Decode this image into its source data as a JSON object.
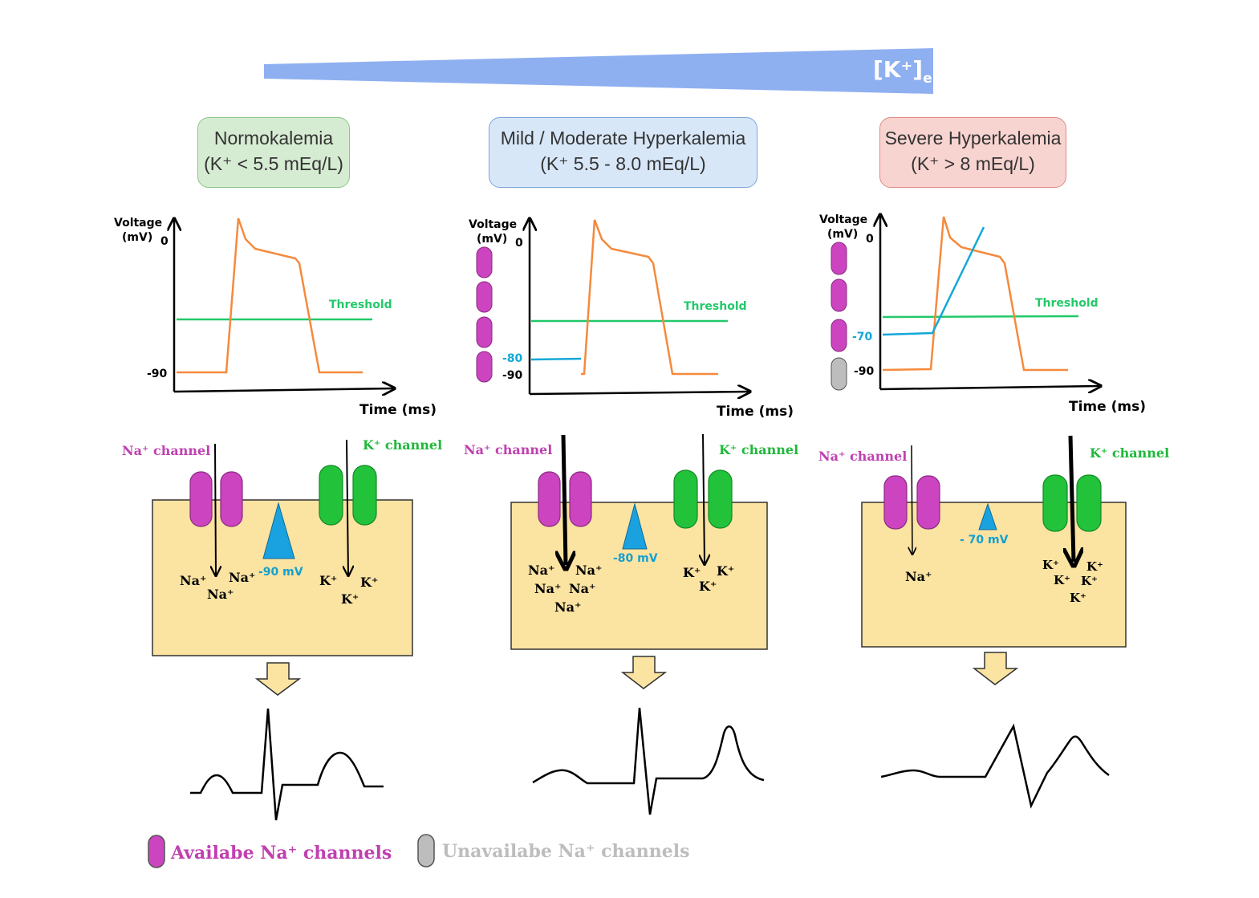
{
  "gradient": {
    "label": "[K⁺]",
    "label_sub": "e"
  },
  "panels": [
    {
      "title": "Normokalemia",
      "range": "(K⁺ < 5.5 mEq/L)",
      "fill": "#d6ecd2",
      "stroke": "#8cc68a",
      "graph": {
        "y_axis_label_1": "Voltage",
        "y_axis_label_2": "(mV)",
        "zero_tick": "0",
        "rest_tick": "-90",
        "x_axis_label": "Time (ms)",
        "threshold_label": "Threshold"
      },
      "cell": {
        "na_channel_label": "Na⁺ channel",
        "k_channel_label": "K⁺ channel",
        "membrane_potential": "-90 mV",
        "na_ions": [
          "Na⁺",
          "Na⁺",
          "Na⁺"
        ],
        "k_ions": [
          "K⁺",
          "K⁺",
          "K⁺"
        ]
      }
    },
    {
      "title": "Mild / Moderate Hyperkalemia",
      "range": "(K⁺ 5.5 - 8.0 mEq/L)",
      "fill": "#d8e7f8",
      "stroke": "#7aa6d8",
      "graph": {
        "y_axis_label_1": "Voltage",
        "y_axis_label_2": "(mV)",
        "zero_tick": "0",
        "rest_tick": "-90",
        "shifted_tick": "-80",
        "x_axis_label": "Time (ms)",
        "threshold_label": "Threshold"
      },
      "cell": {
        "na_channel_label": "Na⁺ channel",
        "k_channel_label": "K⁺ channel",
        "membrane_potential": "-80 mV",
        "na_ions": [
          "Na⁺",
          "Na⁺",
          "Na⁺",
          "Na⁺",
          "Na⁺"
        ],
        "k_ions": [
          "K⁺",
          "K⁺",
          "K⁺"
        ]
      }
    },
    {
      "title": "Severe Hyperkalemia",
      "range": "(K⁺ > 8 mEq/L)",
      "fill": "#f8d4d0",
      "stroke": "#e08a84",
      "graph": {
        "y_axis_label_1": "Voltage",
        "y_axis_label_2": "(mV)",
        "zero_tick": "0",
        "rest_tick": "-90",
        "shifted_tick": "-70",
        "x_axis_label": "Time (ms)",
        "threshold_label": "Threshold"
      },
      "cell": {
        "na_channel_label": "Na⁺ channel",
        "k_channel_label": "K⁺ channel",
        "membrane_potential": "- 70 mV",
        "na_ions": [
          "Na⁺"
        ],
        "k_ions": [
          "K⁺",
          "K⁺",
          "K⁺",
          "K⁺",
          "K⁺"
        ]
      }
    }
  ],
  "legend": {
    "available": "Availabe Na⁺ channels",
    "unavailable": "Unavailabe Na⁺ channels"
  },
  "colors": {
    "gradient": "#8fb0f0",
    "action_potential": "#f58a3c",
    "threshold": "#22c96a",
    "resting_line": "#14a8d8",
    "na_channel": "#cc44c0",
    "k_channel": "#22c23a",
    "unavailable_channel": "#bdbdbd",
    "cell": "#fbe3a2",
    "arrow_down": "#fbe3a2",
    "na_text": "#c040b0",
    "k_text": "#1fb83a",
    "mv_text": "#12a0d0",
    "legend_unavailable_text": "#bdbdbd"
  }
}
